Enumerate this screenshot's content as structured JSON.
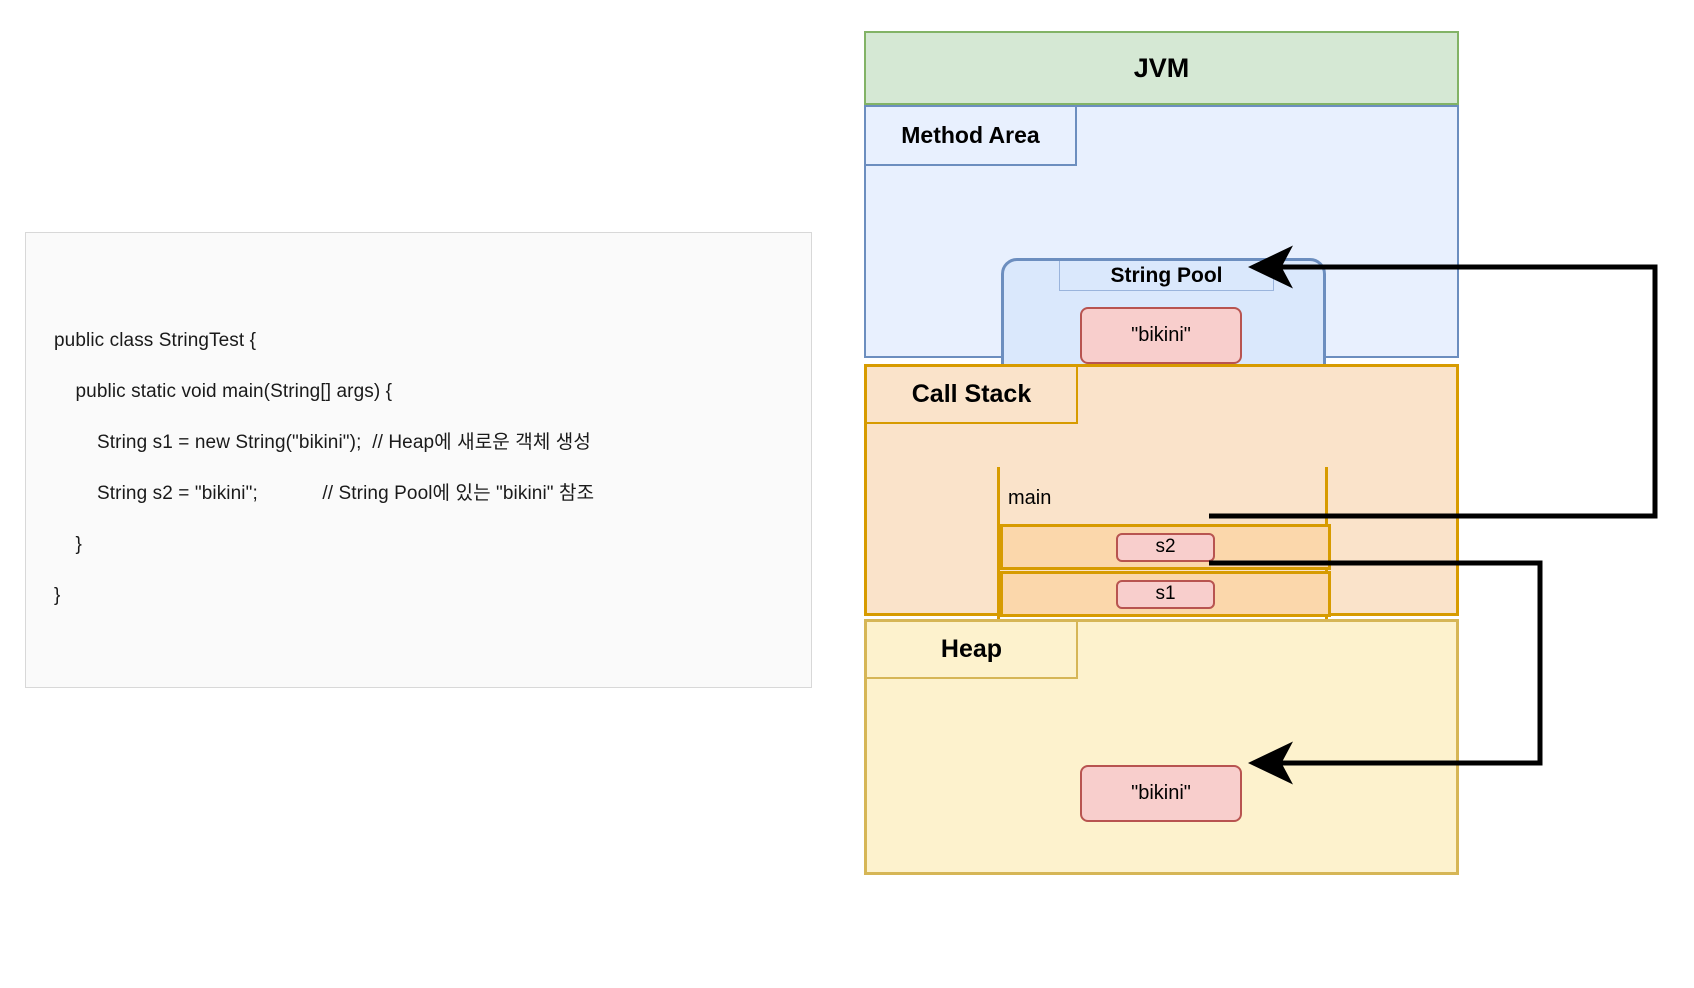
{
  "code_panel": {
    "name": "java-code-sample",
    "lines": [
      "public class StringTest {",
      "    public static void main(String[] args) {",
      "        String s1 = new String(\"bikini\");  // Heap에 새로운 객체 생성",
      "        String s2 = \"bikini\";            // String Pool에 있는 \"bikini\" 참조",
      "    }",
      "}"
    ]
  },
  "diagram": {
    "jvm": {
      "title": "JVM",
      "fill": "#d5e8d4",
      "stroke": "#82b366"
    },
    "method_area": {
      "title": "Method Area",
      "fill": "#e8f0fe",
      "stroke": "#6c8ebf",
      "string_pool": {
        "title": "String Pool",
        "fill": "#dae8fc",
        "stroke": "#6c8ebf",
        "entries": [
          {
            "label": "\"bikini\"",
            "fill": "#f8cecc",
            "stroke": "#b85450"
          }
        ]
      }
    },
    "call_stack": {
      "title": "Call Stack",
      "fill": "#fae3ca",
      "stroke": "#d79b00",
      "frames": [
        {
          "label": "main",
          "slots": [
            {
              "label": "s2",
              "fill": "#f8cecc",
              "stroke": "#b85450"
            },
            {
              "label": "s1",
              "fill": "#f8cecc",
              "stroke": "#b85450"
            }
          ]
        }
      ]
    },
    "heap": {
      "title": "Heap",
      "fill": "#fdf2cd",
      "stroke": "#d6b656",
      "objects": [
        {
          "label": "\"bikini\"",
          "fill": "#f8cecc",
          "stroke": "#b85450"
        }
      ]
    },
    "arrows": [
      {
        "name": "s2-to-string-pool",
        "from": "s2",
        "to": "string-pool-bikini",
        "color": "#000000"
      },
      {
        "name": "s1-to-heap-object",
        "from": "s1",
        "to": "heap-bikini",
        "color": "#000000"
      }
    ]
  }
}
